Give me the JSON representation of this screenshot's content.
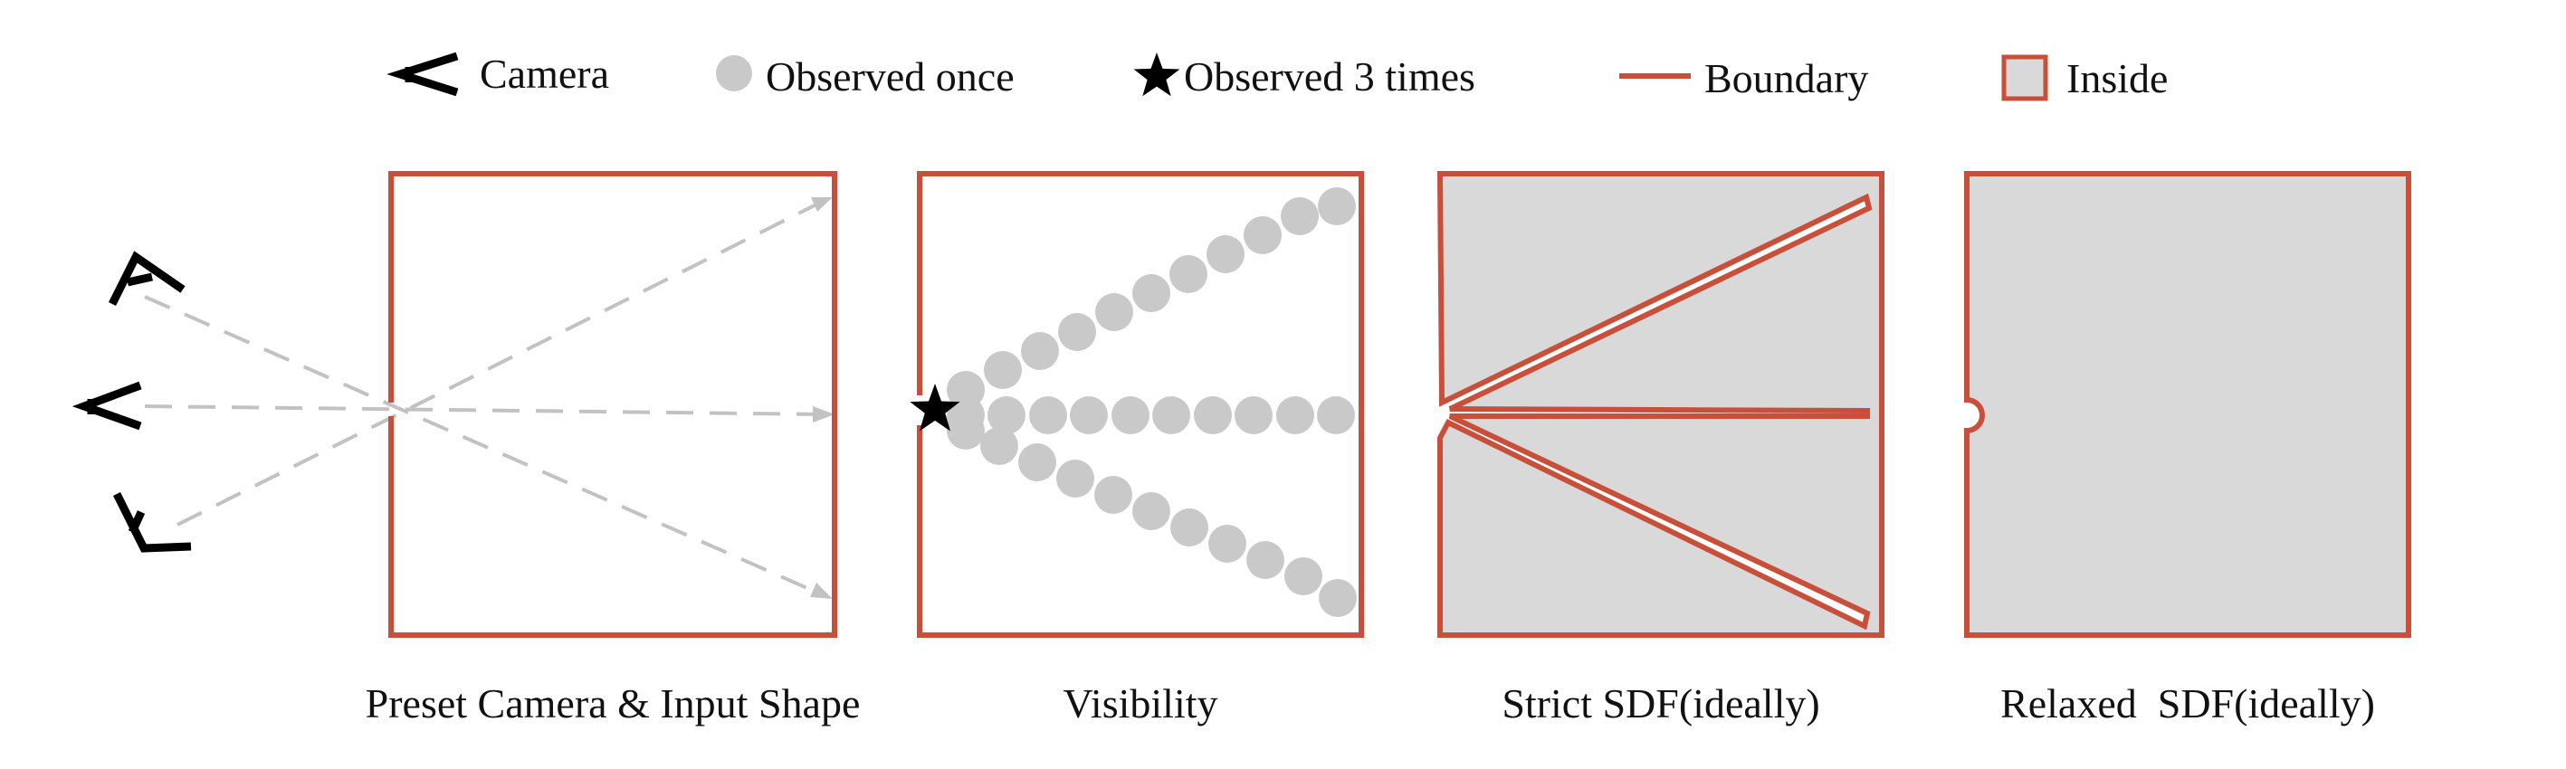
{
  "colors": {
    "boundary": "#c8503a",
    "inside_fill": "#d9d9d9",
    "observed_point": "#c9c9c9",
    "ray": "#c2c2c2",
    "ink": "#000000"
  },
  "legend": {
    "camera": {
      "label": "Camera",
      "icon": "camera-icon"
    },
    "observed_once": {
      "label": "Observed once",
      "icon": "circle-icon"
    },
    "observed_three": {
      "label": "Observed 3 times",
      "icon": "star-icon"
    },
    "boundary": {
      "label": "Boundary",
      "icon": "line-icon"
    },
    "inside": {
      "label": "Inside",
      "icon": "filled-square-icon"
    }
  },
  "panels": [
    {
      "caption": "Preset Camera & Input Shape"
    },
    {
      "caption": "Visibility"
    },
    {
      "caption": "Strict SDF(ideally)"
    },
    {
      "caption": "Relaxed  SDF(ideally)"
    }
  ]
}
